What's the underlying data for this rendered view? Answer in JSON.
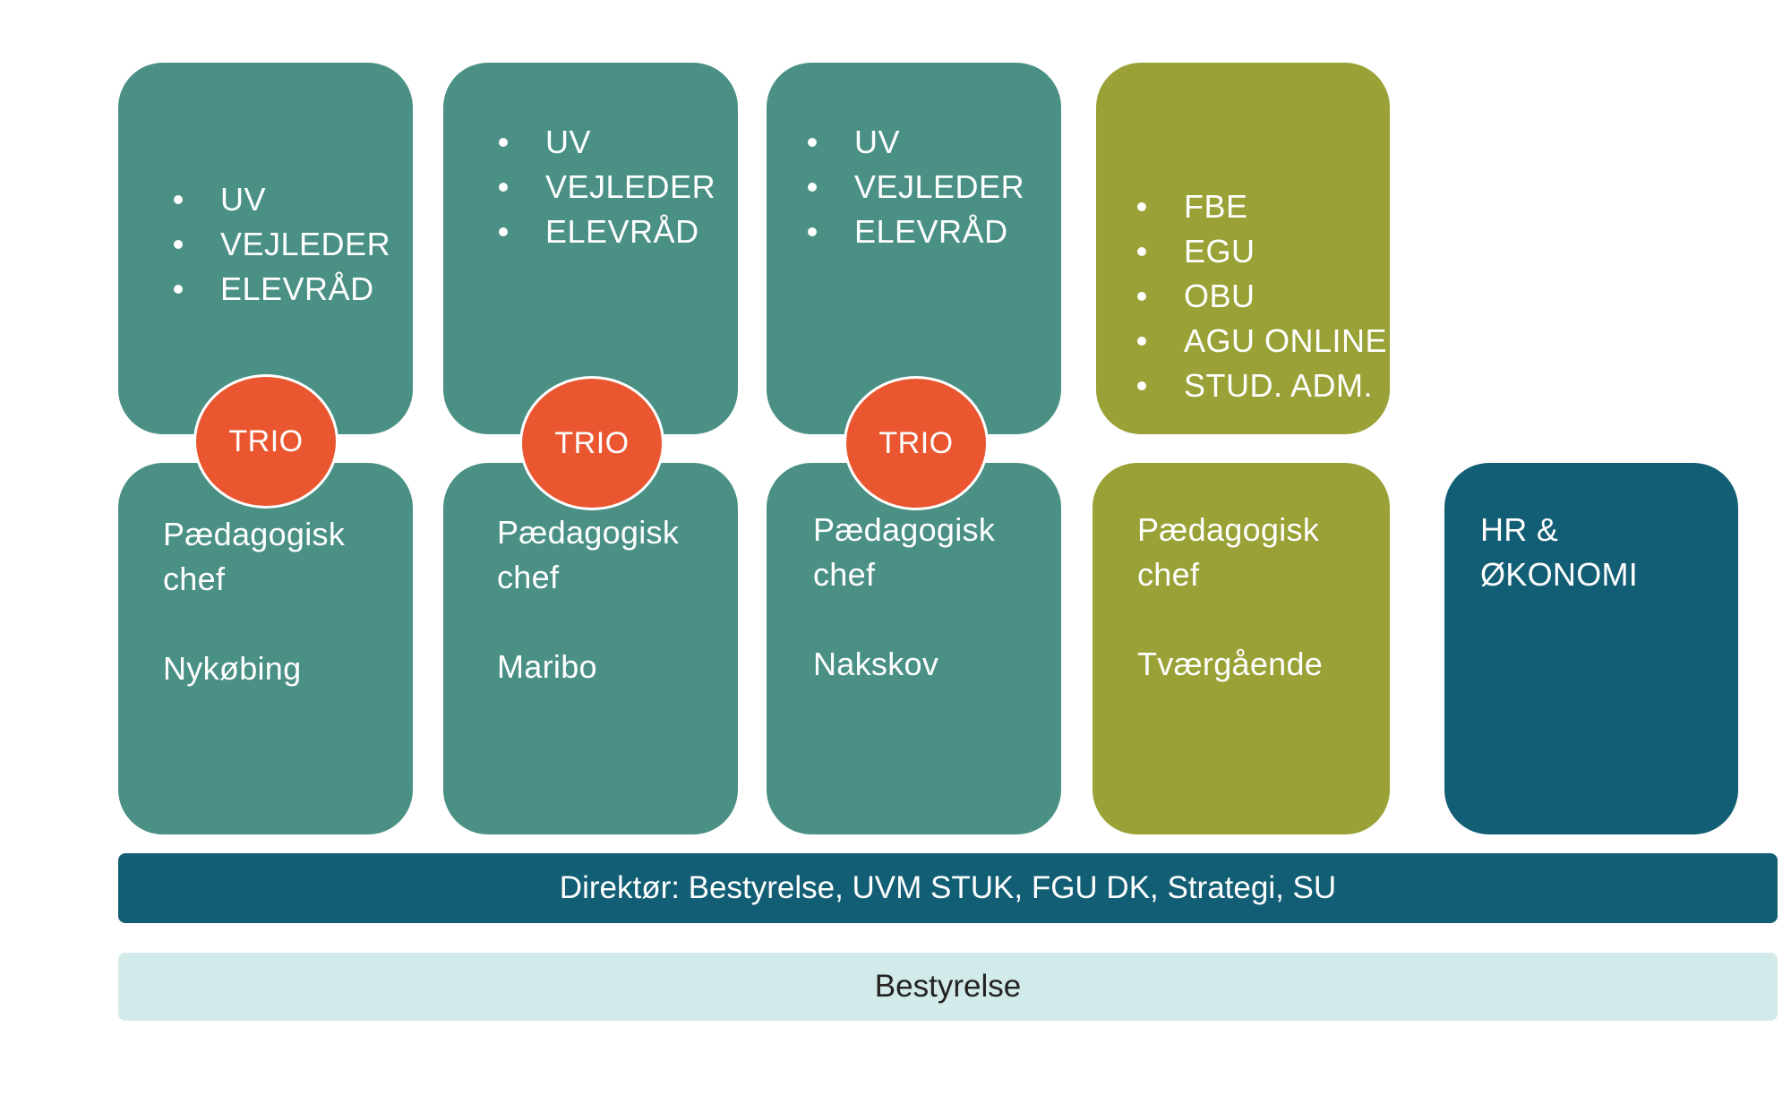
{
  "top_boxes": [
    {
      "items": [
        "UV",
        "VEJLEDER",
        "ELEVRÅD"
      ]
    },
    {
      "items": [
        "UV",
        "VEJLEDER",
        "ELEVRÅD"
      ]
    },
    {
      "items": [
        "UV",
        "VEJLEDER",
        "ELEVRÅD"
      ]
    },
    {
      "items": [
        "FBE",
        "EGU",
        "OBU",
        "AGU ONLINE",
        "STUD. ADM."
      ]
    }
  ],
  "bottom_boxes": [
    {
      "line1": "Pædagogisk",
      "line2": "chef",
      "location": "Nykøbing"
    },
    {
      "line1": "Pædagogisk",
      "line2": "chef",
      "location": "Maribo"
    },
    {
      "line1": "Pædagogisk",
      "line2": "chef",
      "location": "Nakskov"
    },
    {
      "line1": "Pædagogisk",
      "line2": "chef",
      "location": "Tværgående"
    }
  ],
  "hr_box": {
    "line1": "HR &",
    "line2": "ØKONOMI"
  },
  "trio": [
    "TRIO",
    "TRIO",
    "TRIO"
  ],
  "director_bar": "Direktør: Bestyrelse, UVM STUK, FGU DK, Strategi, SU",
  "board_bar": "Bestyrelse",
  "colors": {
    "teal": "#4a9085",
    "olive": "#9aa136",
    "navy": "#125e75",
    "trio": "#ea5630",
    "board": "#d3eaea"
  }
}
